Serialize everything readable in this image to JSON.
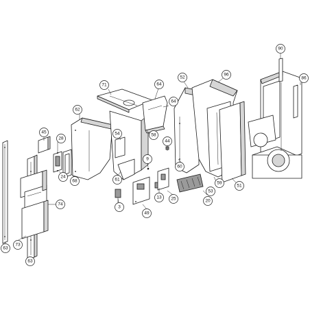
{
  "callouts": [
    {
      "id": "c90",
      "label": "90"
    },
    {
      "id": "c86",
      "label": "86"
    },
    {
      "id": "c96",
      "label": "96"
    },
    {
      "id": "c52",
      "label": "52"
    },
    {
      "id": "c64a",
      "label": "64"
    },
    {
      "id": "c64b",
      "label": "64"
    },
    {
      "id": "c71",
      "label": "71"
    },
    {
      "id": "c62",
      "label": "62"
    },
    {
      "id": "c45",
      "label": "45"
    },
    {
      "id": "c28",
      "label": "28"
    },
    {
      "id": "c54",
      "label": "54"
    },
    {
      "id": "c58",
      "label": "58"
    },
    {
      "id": "c44",
      "label": "44"
    },
    {
      "id": "c60",
      "label": "60"
    },
    {
      "id": "c59",
      "label": "59"
    },
    {
      "id": "c51",
      "label": "51"
    },
    {
      "id": "c53",
      "label": "53"
    },
    {
      "id": "c20",
      "label": "20"
    },
    {
      "id": "c25",
      "label": "25"
    },
    {
      "id": "c13",
      "label": "13"
    },
    {
      "id": "c9",
      "label": "9"
    },
    {
      "id": "c61",
      "label": "61"
    },
    {
      "id": "c24",
      "label": "24"
    },
    {
      "id": "c68",
      "label": "68"
    },
    {
      "id": "c74",
      "label": "74"
    },
    {
      "id": "c3",
      "label": "3"
    },
    {
      "id": "c49",
      "label": "49"
    },
    {
      "id": "c63a",
      "label": "63"
    },
    {
      "id": "c73",
      "label": "73"
    },
    {
      "id": "c63b",
      "label": "63"
    }
  ]
}
